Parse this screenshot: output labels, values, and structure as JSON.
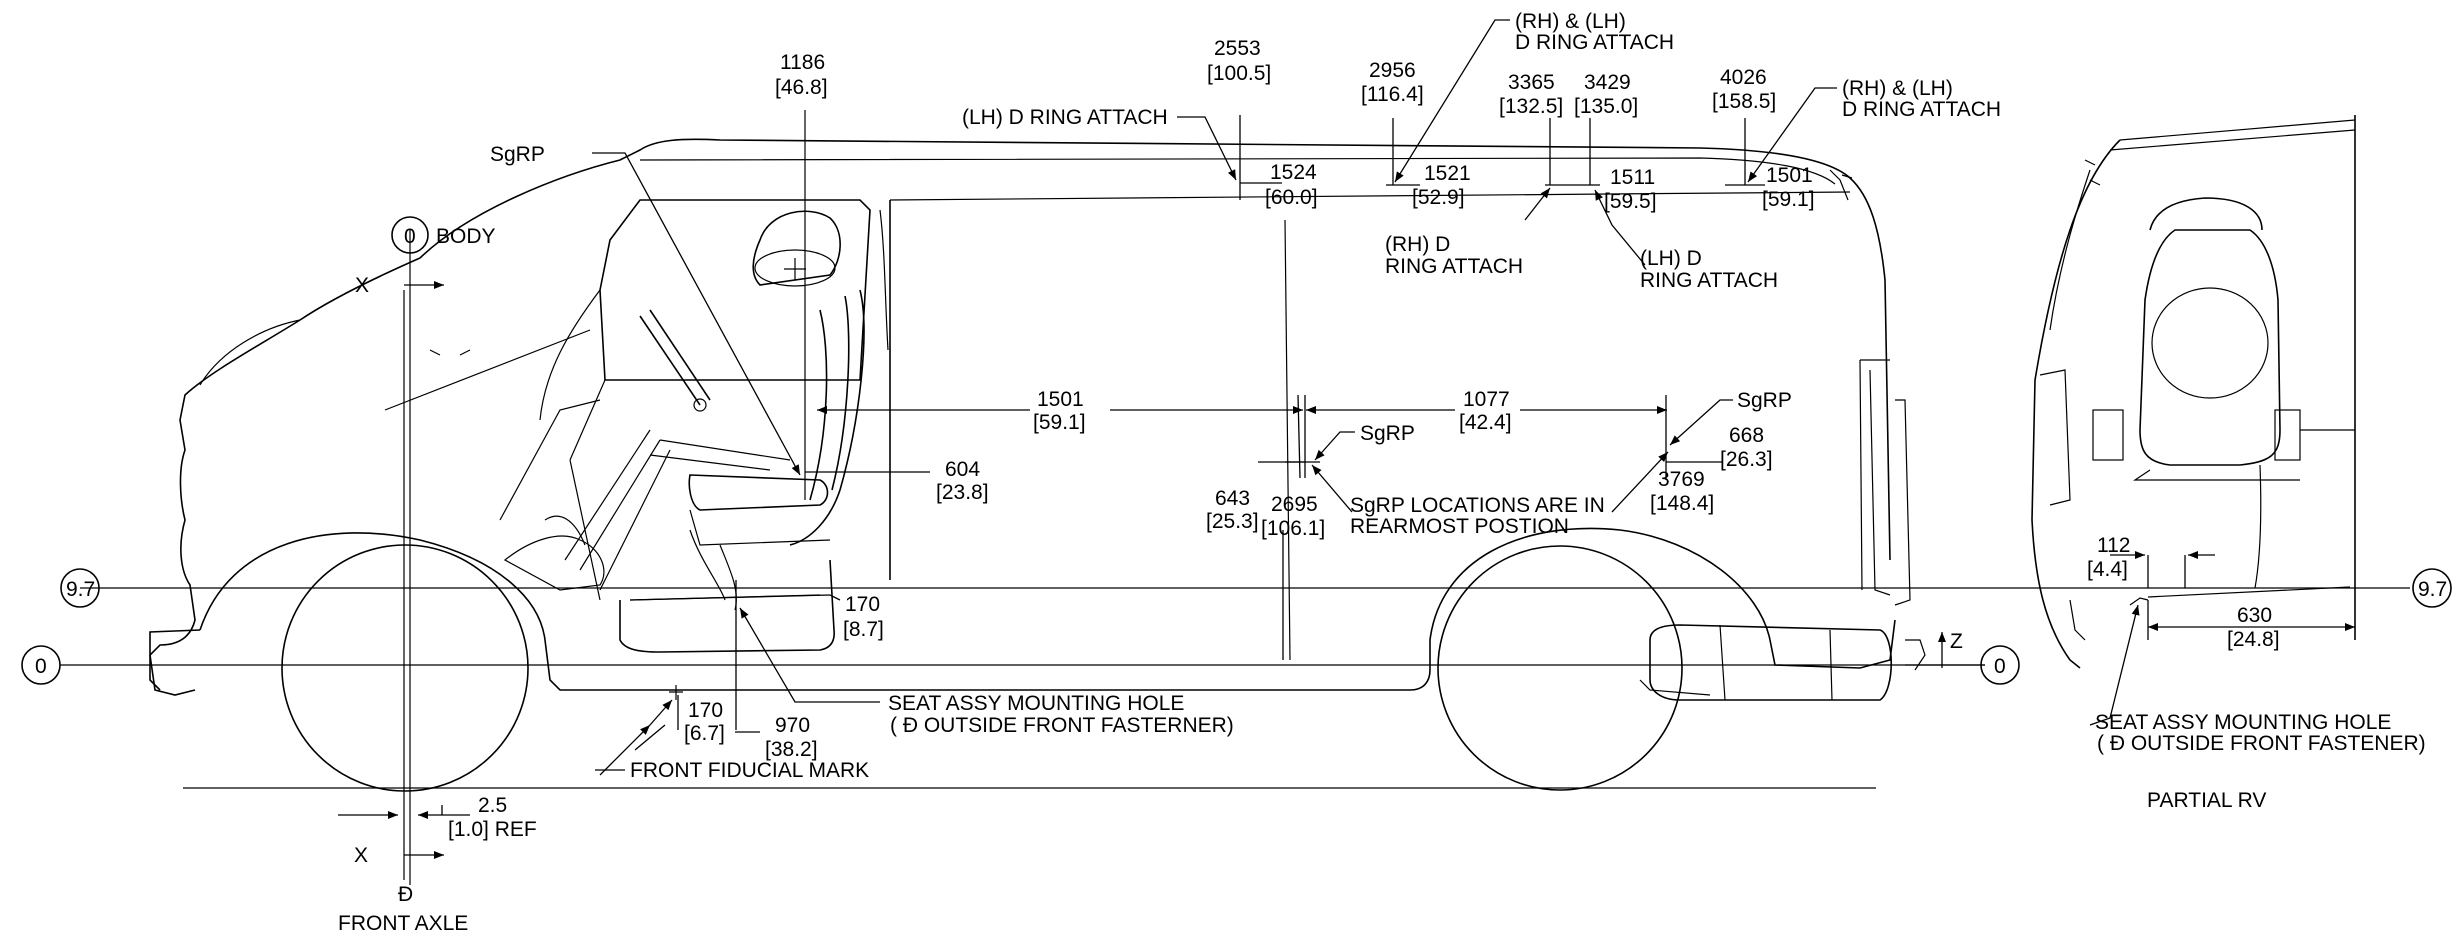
{
  "labels": {
    "body_zero_circle": "0",
    "body_label": "BODY",
    "x_top": "X",
    "x_bottom": "X",
    "sgrp_left": "SgRP",
    "dim_1186": "1186",
    "dim_1186_in": "[46.8]",
    "lh_d_ring_attach_top": "(LH) D RING ATTACH",
    "dim_2553": "2553",
    "dim_2553_in": "[100.5]",
    "dim_1524": "1524",
    "dim_1524_in": "[60.0]",
    "dim_2956": "2956",
    "dim_2956_in": "[116.4]",
    "dim_1521": "1521",
    "dim_1521_in": "[52.9]",
    "rh_lh_top_l1": "(RH) & (LH)",
    "rh_lh_top_l2": "D RING ATTACH",
    "dim_3365": "3365",
    "dim_3365_in": "[132.5]",
    "dim_3429": "3429",
    "dim_3429_in": "[135.0]",
    "dim_1511": "1511",
    "dim_1511_in": "[59.5]",
    "rh_d_l1": "(RH) D",
    "rh_d_l2": "RING ATTACH",
    "lh_d_l1": "(LH) D",
    "lh_d_l2": "RING ATTACH",
    "dim_4026": "4026",
    "dim_4026_in": "[158.5]",
    "dim_1501_top": "1501",
    "dim_1501_top_in": "[59.1]",
    "rh_lh_right_l1": "(RH) & (LH)",
    "rh_lh_right_l2": "D RING ATTACH",
    "dim_1501_mid": "1501",
    "dim_1501_mid_in": "[59.1]",
    "dim_1077": "1077",
    "dim_1077_in": "[42.4]",
    "sgrp_right": "SgRP",
    "dim_668": "668",
    "dim_668_in": "[26.3]",
    "dim_3769": "3769",
    "dim_3769_in": "[148.4]",
    "dim_604": "604",
    "dim_604_in": "[23.8]",
    "dim_643": "643",
    "dim_643_in": "[25.3]",
    "sgrp_mid": "SgRP",
    "dim_2695": "2695",
    "dim_2695_in": "[106.1]",
    "sgrp_note_l1": "SgRP LOCATIONS ARE IN",
    "sgrp_note_l2": "REARMOST POSTION",
    "level_97_left": "9.7",
    "level_97_right": "9.7",
    "zero_left": "0",
    "zero_right": "0",
    "dim_170_a": "170",
    "dim_170_a_in": "[8.7]",
    "seat_hole_l1": "SEAT ASSY MOUNTING HOLE",
    "seat_hole_l2": "( Đ OUTSIDE FRONT FASTERNER)",
    "dim_170_b": "170",
    "dim_170_b_in": "[6.7]",
    "dim_970": "970",
    "dim_970_in": "[38.2]",
    "front_fiducial": "FRONT FIDUCIAL MARK",
    "dim_2_5": "2.5",
    "dim_2_5_in": "[1.0] REF",
    "cl_symbol": "Đ",
    "front_axle": "FRONT AXLE",
    "z_label": "Z",
    "dim_112": "112",
    "dim_112_in": "[4.4]",
    "dim_630": "630",
    "dim_630_in": "[24.8]",
    "seat_hole_rv_l1": "SEAT ASSY MOUNTING HOLE",
    "seat_hole_rv_l2": "( Đ OUTSIDE FRONT FASTENER)",
    "partial_rv": "PARTIAL RV"
  }
}
